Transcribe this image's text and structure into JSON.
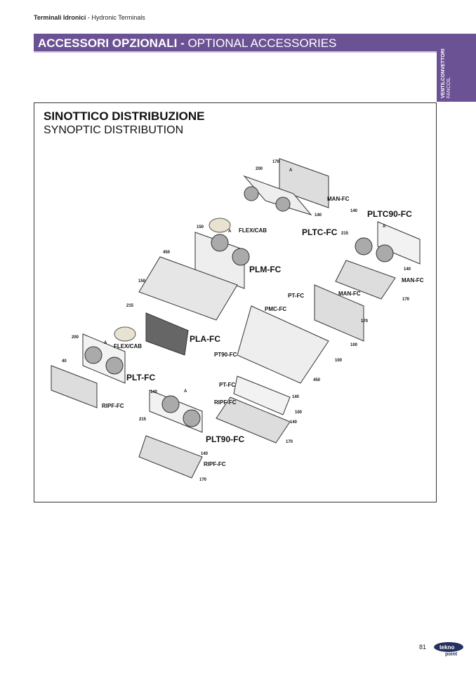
{
  "header": {
    "breadcrumb_bold": "Terminali Idronici",
    "breadcrumb_rest": " - Hydronic Terminals",
    "title_bold": "ACCESSORI OPZIONALI -",
    "title_rest": " OPTIONAL ACCESSORIES"
  },
  "side_tab": {
    "line1": "VENTILCONVETTORI",
    "line2": "FANCOIL"
  },
  "section": {
    "title_it": "SINOTTICO DISTRIBUZIONE",
    "title_en": "SYNOPTIC DISTRIBUTION"
  },
  "diagram_labels": {
    "man_fc_top": "MAN-FC",
    "pltc_fc": "PLTC-FC",
    "flex_cab_top": "FLEX/CAB",
    "pltc90_fc": "PLTC90-FC",
    "man_fc_right": "MAN-FC",
    "plm_fc": "PLM-FC",
    "pt_fc_top": "PT-FC",
    "man_fc_mid": "MAN-FC",
    "pmc_fc": "PMC-FC",
    "pla_fc": "PLA-FC",
    "flex_cab_left": "FLEX/CAB",
    "pt90_fc": "PT90-FC",
    "plt_fc": "PLT-FC",
    "ripf_fc_left": "RIPF-FC",
    "pt_fc_bottom": "PT-FC",
    "ripf_fc_mid": "RIPF-FC",
    "plt90_fc": "PLT90-FC",
    "ripf_fc_bottom": "RIPF-FC"
  },
  "dimensions": {
    "d200a": "200",
    "d170a": "170",
    "dA1": "A",
    "d140a": "140",
    "d150": "150",
    "dA2": "A",
    "d450a": "450",
    "d140b": "140",
    "dA3": "A",
    "d215a": "215",
    "d140c": "140",
    "d170b": "170",
    "d150b": "150",
    "d215b": "215",
    "d200b": "200",
    "dA4": "A",
    "d40": "40",
    "d140d": "140",
    "dA5": "A",
    "d215c": "215",
    "d140e": "140",
    "d170c": "170",
    "d100a": "100",
    "d100b": "100",
    "d450b": "450",
    "d140f": "140",
    "d100c": "100",
    "d140g": "140",
    "d170d": "170",
    "d170e": "170"
  },
  "footer": {
    "page_number": "81",
    "logo_top": "tekno",
    "logo_bottom": "point"
  },
  "colors": {
    "accent": "#6b5294",
    "logo": "#26325e"
  }
}
